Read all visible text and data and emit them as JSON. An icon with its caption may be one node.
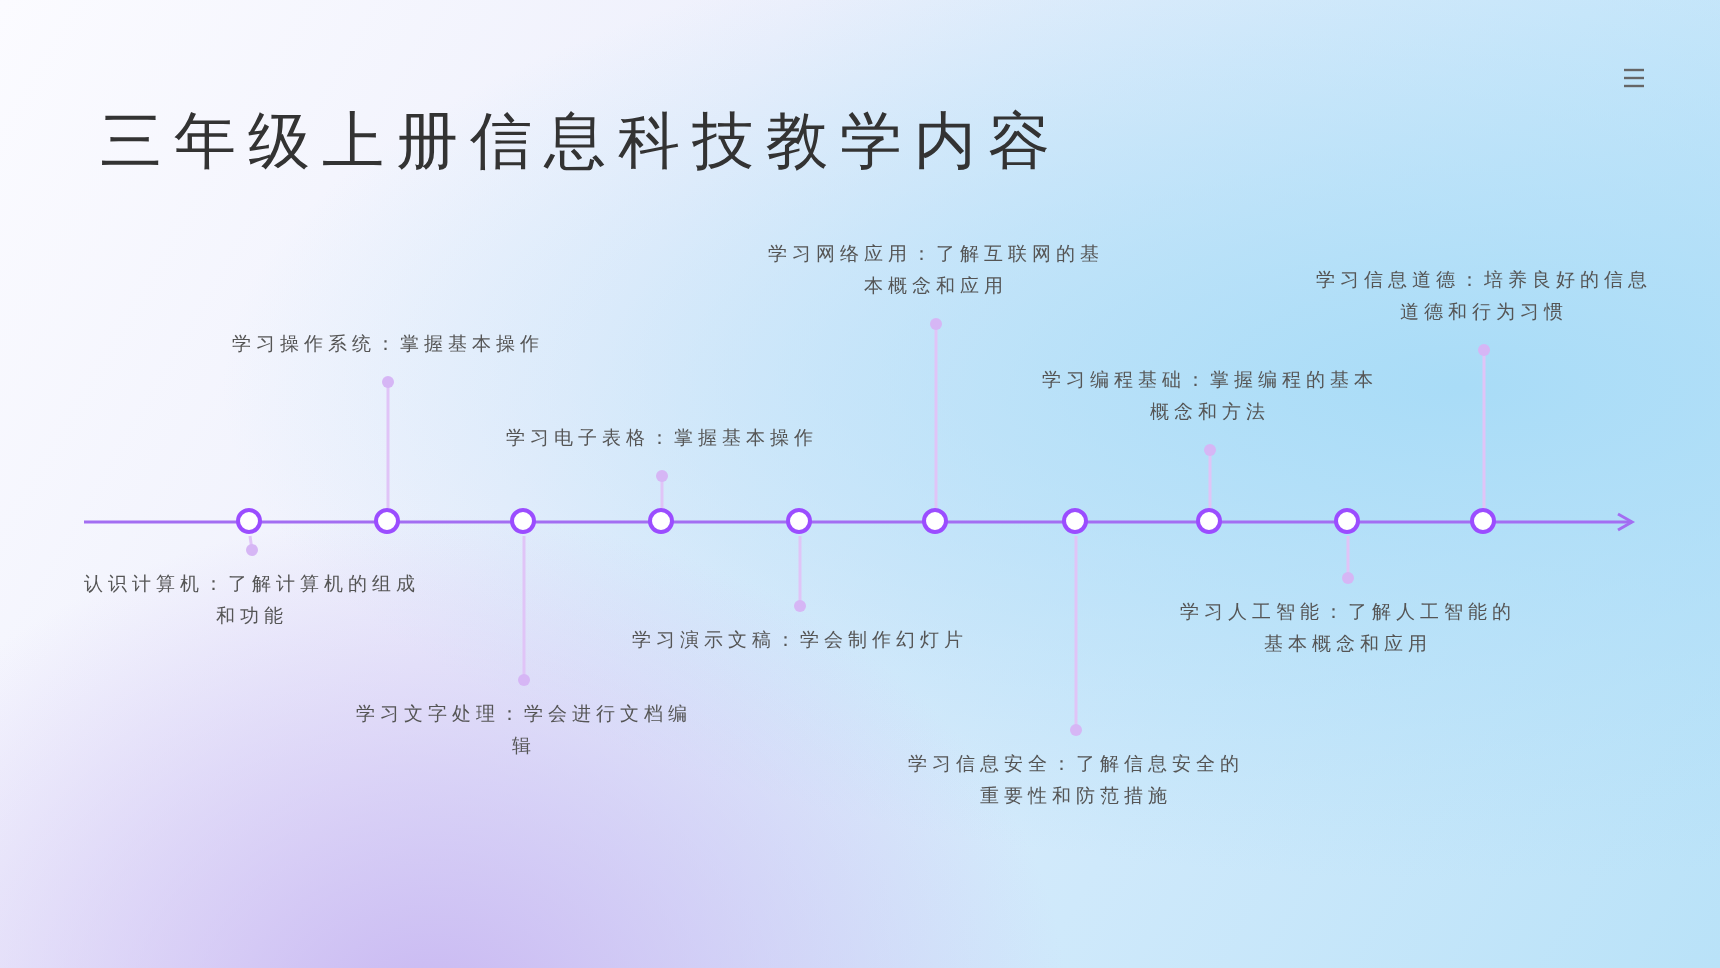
{
  "diagram": {
    "title": "三年级上册信息科技教学内容",
    "nodes": [
      {
        "text": [],
        "shape": "circle"
      },
      {
        "text": [],
        "shape": "circle"
      },
      {
        "text": [],
        "shape": "circle"
      },
      {
        "text": [],
        "shape": "circle"
      },
      {
        "text": [],
        "shape": "circle"
      },
      {
        "text": [],
        "shape": "circle"
      },
      {
        "text": [],
        "shape": "circle"
      },
      {
        "text": [],
        "shape": "circle"
      },
      {
        "text": [],
        "shape": "circle"
      },
      {
        "text": [],
        "shape": "circle"
      },
      {
        "text": [
          "认识计算机：了解计算机的组成和功能"
        ]
      },
      {
        "text": [
          "学习操作系统：掌握基本操作"
        ]
      },
      {
        "text": [
          "学习文字处理：学会进行文档编辑"
        ]
      },
      {
        "text": [
          "学习电子表格：掌握基本操作"
        ]
      },
      {
        "text": [
          "学习演示文稿：学会制作幻灯片"
        ]
      },
      {
        "text": [
          "学习网络应用：了解互联网的基本概念和应用"
        ]
      },
      {
        "text": [
          "学习信息安全：了解信息安全的重要性和防范措施"
        ]
      },
      {
        "text": [
          "学习编程基础：掌握编程的基本概念和方法"
        ]
      },
      {
        "text": [
          "学习人工智能：了解人工智能的基本概念和应用"
        ]
      },
      {
        "text": [
          "学习信息道德：培养良好的信息道德和行为习惯"
        ]
      }
    ],
    "edges": [
      {
        "from": 0,
        "to": 10,
        "arrow": "other"
      },
      {
        "from": 1,
        "to": 11,
        "arrow": "other"
      },
      {
        "from": 2,
        "to": 12,
        "arrow": "other"
      },
      {
        "from": 3,
        "to": 13,
        "arrow": "other"
      },
      {
        "from": 4,
        "to": 14,
        "arrow": "other"
      },
      {
        "from": 5,
        "to": 15,
        "arrow": "other"
      },
      {
        "from": 6,
        "to": 16,
        "arrow": "other"
      },
      {
        "from": 7,
        "to": 17,
        "arrow": "other"
      },
      {
        "from": 8,
        "to": 18,
        "arrow": "other"
      },
      {
        "from": 9,
        "to": 19,
        "arrow": "other"
      }
    ]
  }
}
